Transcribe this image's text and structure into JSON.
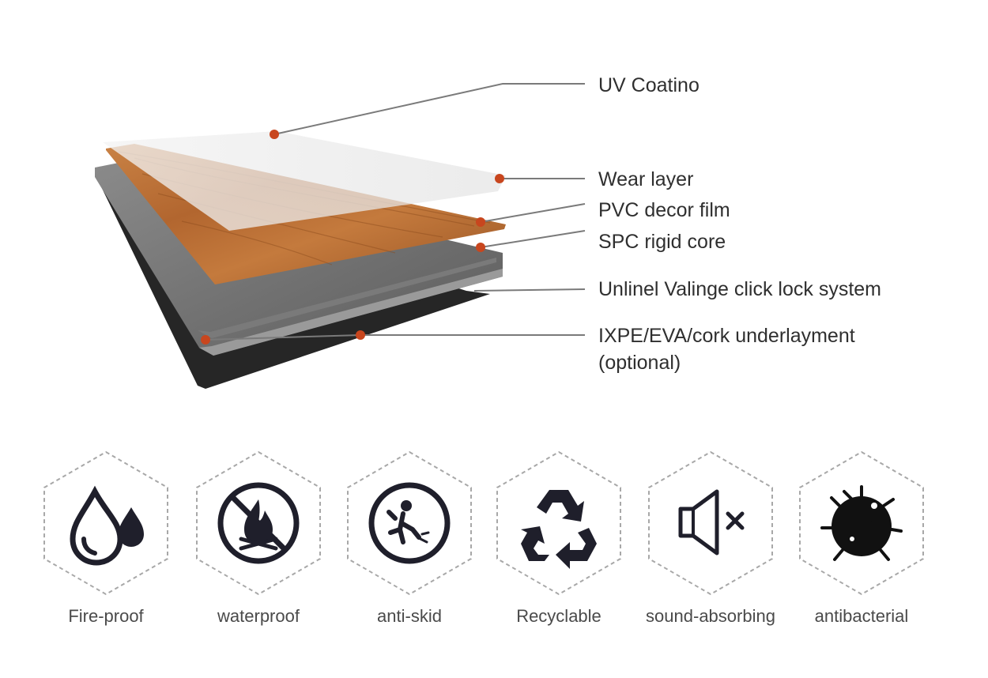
{
  "layers": [
    {
      "label": "UV Coatino"
    },
    {
      "label": "Wear layer"
    },
    {
      "label": "PVC decor film"
    },
    {
      "label": "SPC rigid core"
    },
    {
      "label": "Unlinel Valinge click lock system"
    },
    {
      "label": "IXPE/EVA/cork underlayment",
      "label2": "(optional)"
    }
  ],
  "features": [
    {
      "label": "Fire-proof",
      "icon": "water-drops-icon"
    },
    {
      "label": "waterproof",
      "icon": "no-fire-icon"
    },
    {
      "label": "anti-skid",
      "icon": "slipping-person-icon"
    },
    {
      "label": "Recyclable",
      "icon": "recycle-icon"
    },
    {
      "label": "sound-absorbing",
      "icon": "speaker-mute-icon"
    },
    {
      "label": "antibacterial",
      "icon": "bacteria-icon"
    }
  ],
  "colors": {
    "accent": "#c8461e",
    "wood": "#b86a33",
    "core": "#6e6e6e",
    "underlay": "#2a2a2a",
    "icon": "#1f1f2b",
    "hex_border": "#a8a8a8"
  }
}
